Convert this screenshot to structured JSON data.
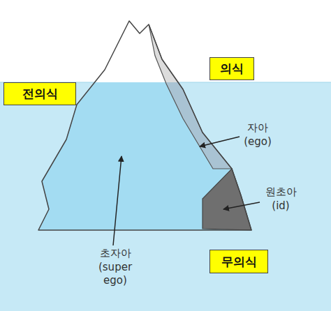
{
  "diagram": {
    "nodes": [
      {
        "text": [
          "전의식"
        ]
      },
      {
        "text": [
          "의식"
        ]
      },
      {
        "text": [
          "무의식"
        ]
      }
    ],
    "labels": [
      "자아 (ego)",
      "원초아 (id)",
      "초자아 (super ego)"
    ]
  }
}
